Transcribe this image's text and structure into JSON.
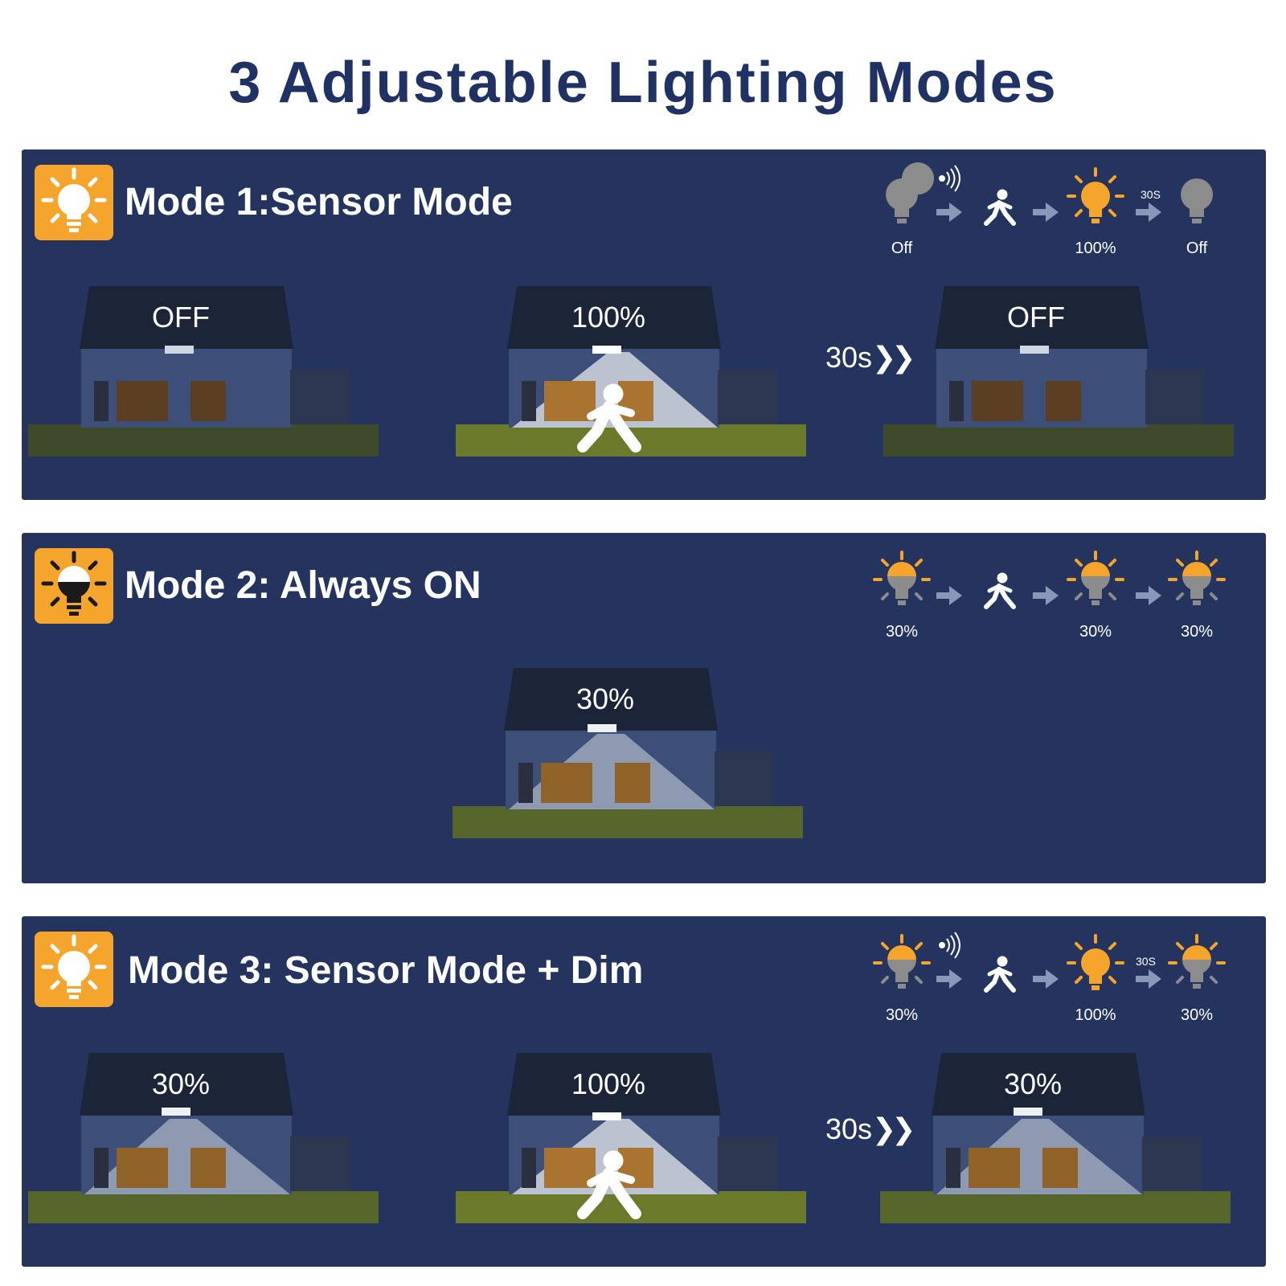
{
  "title": "3 Adjustable Lighting Modes",
  "colors": {
    "panel": "#25345e",
    "accent": "#f5a52b",
    "title": "#1f3263",
    "bulb_off": "#8c8c8c"
  },
  "modes": [
    {
      "title": "Mode 1:Sensor Mode",
      "icon": "lightbulb-on-icon",
      "sequence": {
        "labels": [
          "Off",
          "100%",
          "Off"
        ],
        "delay_label": "30S"
      },
      "houses": [
        "OFF",
        "100%",
        "OFF"
      ],
      "delay": "30s"
    },
    {
      "title": "Mode 2: Always ON",
      "icon": "lightbulb-dark-icon",
      "sequence": {
        "labels": [
          "30%",
          "30%",
          "30%"
        ]
      },
      "houses": [
        "30%"
      ]
    },
    {
      "title": "Mode 3: Sensor Mode + Dim",
      "icon": "lightbulb-on-icon",
      "sequence": {
        "labels": [
          "30%",
          "100%",
          "30%"
        ],
        "delay_label": "30S"
      },
      "houses": [
        "30%",
        "100%",
        "30%"
      ],
      "delay": "30s"
    }
  ]
}
